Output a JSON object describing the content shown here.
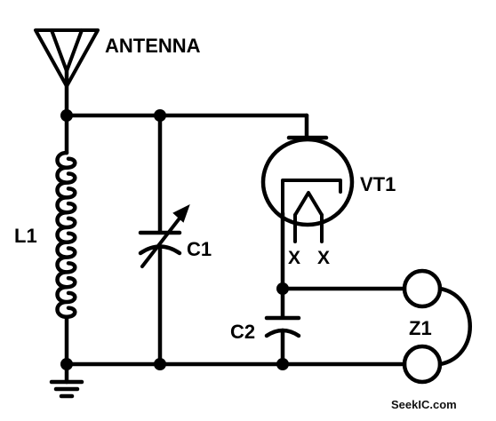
{
  "labels": {
    "antenna": "ANTENNA",
    "l1": "L1",
    "c1": "C1",
    "vt1": "VT1",
    "filament_a": "X",
    "filament_b": "X",
    "c2": "C2",
    "z1": "Z1"
  },
  "watermark": "SeekIC.com"
}
